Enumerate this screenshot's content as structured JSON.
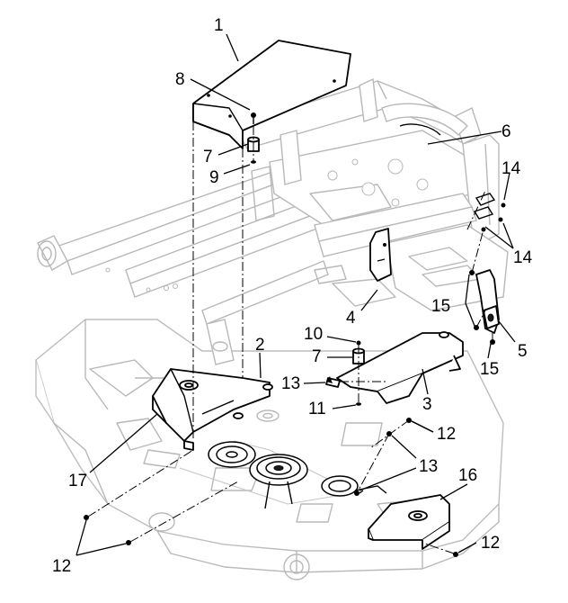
{
  "callouts": {
    "c1": "1",
    "c2": "2",
    "c3": "3",
    "c4": "4",
    "c5": "5",
    "c6": "6",
    "c7a": "7",
    "c7b": "7",
    "c8": "8",
    "c9": "9",
    "c10": "10",
    "c11": "11",
    "c12a": "12",
    "c12b": "12",
    "c12c": "12",
    "c13a": "13",
    "c13b": "13",
    "c14a": "14",
    "c14b": "14",
    "c15a": "15",
    "c15b": "15",
    "c16": "16",
    "c17": "17"
  }
}
